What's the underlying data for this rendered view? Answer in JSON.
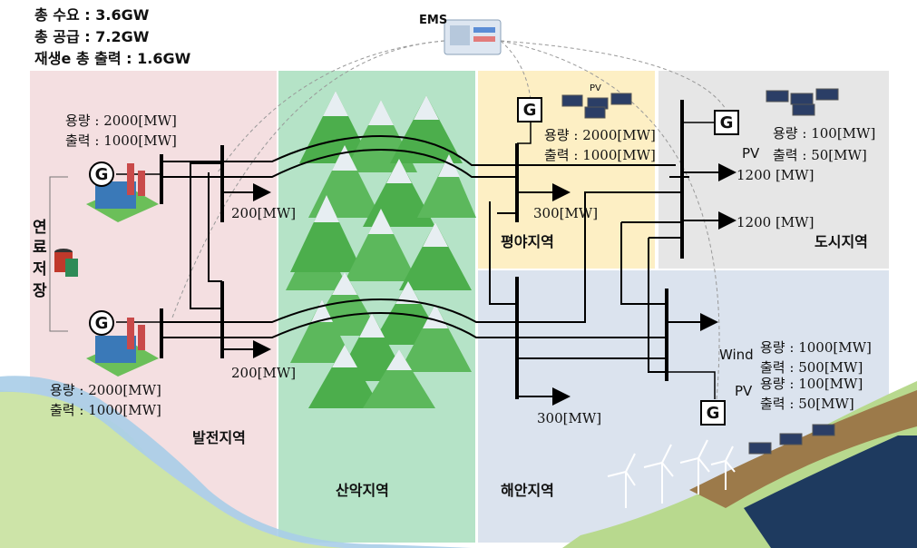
{
  "summary": {
    "total_demand": "총 수요 : 3.6GW",
    "total_supply": "총 공급 : 7.2GW",
    "renewable_output": "재생e 총 출력 : 1.6GW"
  },
  "ems_label": "EMS",
  "regions": {
    "power": "발전지역",
    "mountain": "산악지역",
    "plain": "평야지역",
    "coast": "해안지역",
    "city": "도시지역"
  },
  "fuel_storage_chars": [
    "연",
    "료",
    "저",
    "장"
  ],
  "generators": {
    "top_plant": {
      "label": "G",
      "capacity": "용량 : 2000[MW]",
      "output": "출력 : 1000[MW]"
    },
    "bottom_plant": {
      "label": "G",
      "capacity": "용량 : 2000[MW]",
      "output": "출력 : 1000[MW]"
    },
    "plain": {
      "label": "G",
      "capacity": "용량 : 2000[MW]",
      "output": "출력 : 1000[MW]",
      "pv_tag": "PV"
    },
    "city_pv": {
      "label": "G",
      "capacity": "용량 : 100[MW]",
      "output": "출력 : 50[MW]",
      "tag": "PV"
    },
    "coast": {
      "label": "G",
      "wind_tag": "Wind",
      "wind_capacity": "용량 : 1000[MW]",
      "wind_output": "출력 : 500[MW]",
      "pv_tag": "PV",
      "pv_capacity": "용량 : 100[MW]",
      "pv_output": "출력 : 50[MW]"
    }
  },
  "loads": {
    "power_top": "200[MW]",
    "power_bottom": "200[MW]",
    "plain": "300[MW]",
    "coast": "300[MW]",
    "city_1": "1200 [MW]",
    "city_2": "1200 [MW]"
  }
}
